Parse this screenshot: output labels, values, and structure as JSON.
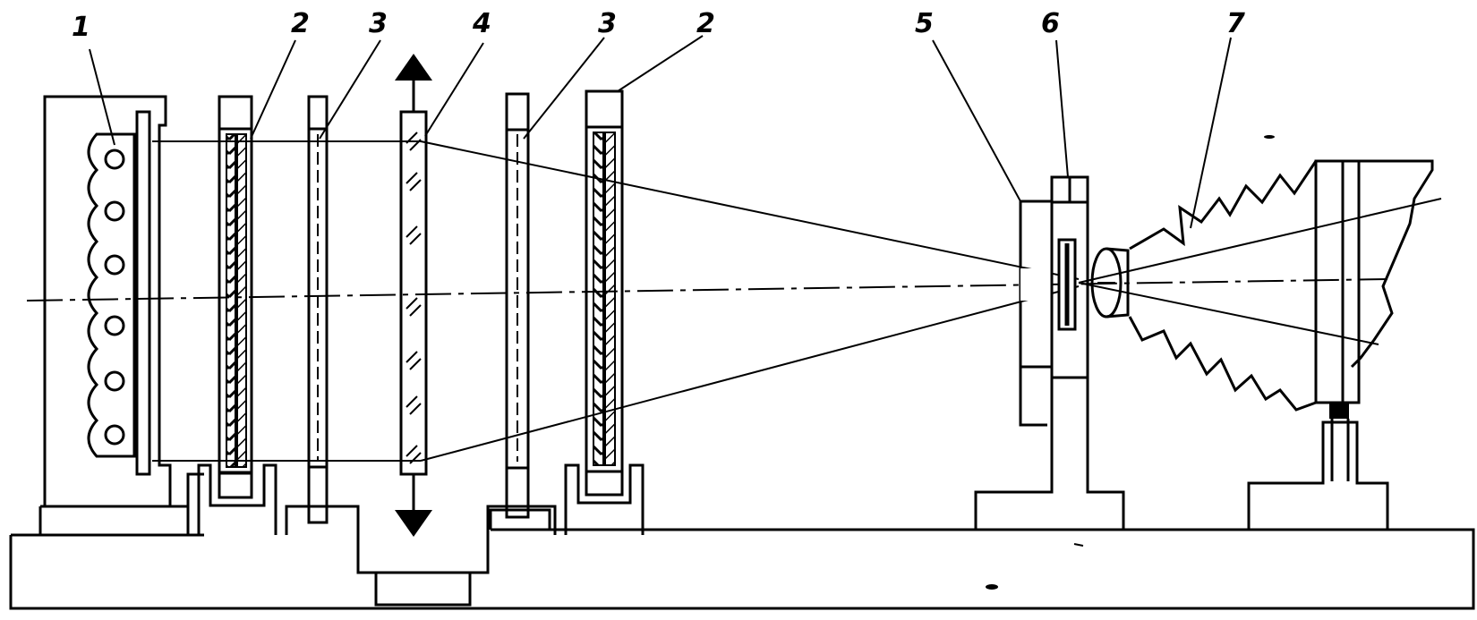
{
  "figure": {
    "callouts": [
      {
        "id": "c1",
        "text": "1"
      },
      {
        "id": "c2a",
        "text": "2"
      },
      {
        "id": "c3a",
        "text": "3"
      },
      {
        "id": "c4",
        "text": "4"
      },
      {
        "id": "c3b",
        "text": "3"
      },
      {
        "id": "c2b",
        "text": "2"
      },
      {
        "id": "c5",
        "text": "5"
      },
      {
        "id": "c6",
        "text": "6"
      },
      {
        "id": "c7",
        "text": "7"
      }
    ]
  }
}
